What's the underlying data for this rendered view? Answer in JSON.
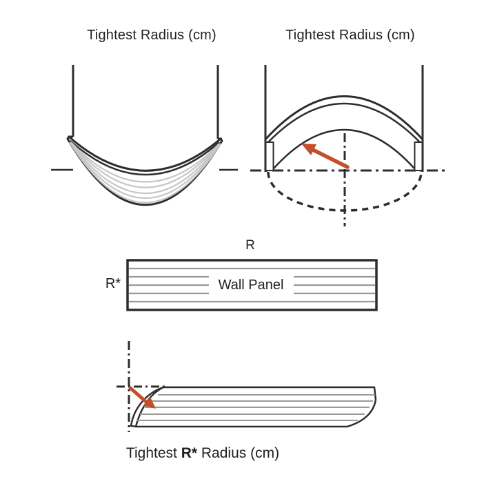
{
  "figure": {
    "background": "#ffffff",
    "text_color": "#1f1f1f",
    "line_color": "#2d2d2d",
    "panel_hatch_color": "#c6c6c6",
    "grain_line_color": "#9a9a9a",
    "arrow_color": "#c2502a"
  },
  "top_left_diagram": {
    "title": "Tightest Radius (cm)"
  },
  "top_right_diagram": {
    "title": "Tightest Radius (cm)"
  },
  "wall_panel_diagram": {
    "radius_label": "R",
    "radius_star_label": "R*",
    "panel_label": "Wall Panel"
  },
  "bottom_diagram": {
    "caption_prefix": "Tightest ",
    "caption_bold": "R*",
    "caption_suffix": " Radius (cm)"
  }
}
